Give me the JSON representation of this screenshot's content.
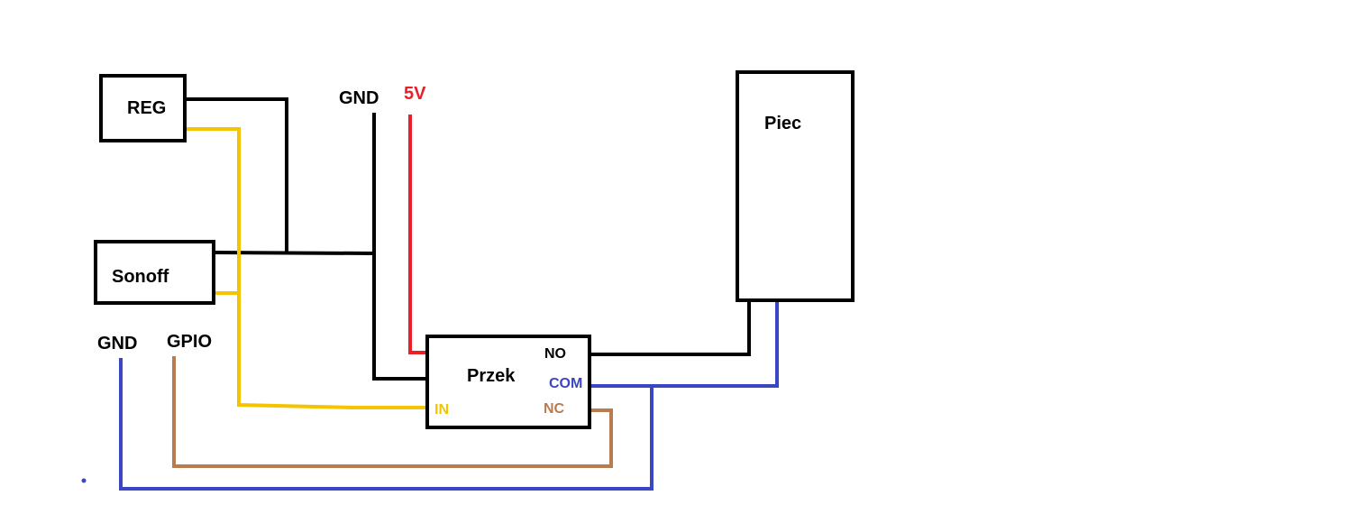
{
  "colors": {
    "background": "#ffffff",
    "black_wire": "#000000",
    "yellow_wire": "#f5c400",
    "red_wire": "#e8202a",
    "blue_wire": "#3a46c4",
    "brown_wire": "#b97b50",
    "box_border": "#000000"
  },
  "components": {
    "reg": {
      "label": "REG"
    },
    "sonoff": {
      "label": "Sonoff"
    },
    "relay": {
      "label": "Przek",
      "pins": {
        "no": "NO",
        "com": "COM",
        "nc": "NC",
        "in": "IN"
      }
    },
    "furnace": {
      "label": "Piec"
    }
  },
  "terminals": {
    "gnd_top": "GND",
    "v5": "5V",
    "gnd_bottom": "GND",
    "gpio": "GPIO"
  },
  "wires": [
    {
      "name": "reg-to-gnd-bus",
      "color": "black"
    },
    {
      "name": "sonoff-gnd-bus",
      "color": "black"
    },
    {
      "name": "gnd-to-relay",
      "color": "black"
    },
    {
      "name": "5v-to-relay",
      "color": "red"
    },
    {
      "name": "reg-yellow-signal",
      "color": "yellow"
    },
    {
      "name": "sonoff-yellow-signal",
      "color": "yellow"
    },
    {
      "name": "yellow-to-relay-in",
      "color": "yellow"
    },
    {
      "name": "relay-no-to-furnace",
      "color": "black"
    },
    {
      "name": "relay-com-to-furnace",
      "color": "blue"
    },
    {
      "name": "gnd-bottom-blue",
      "color": "blue"
    },
    {
      "name": "gpio-brown-to-relay-nc",
      "color": "brown"
    }
  ]
}
